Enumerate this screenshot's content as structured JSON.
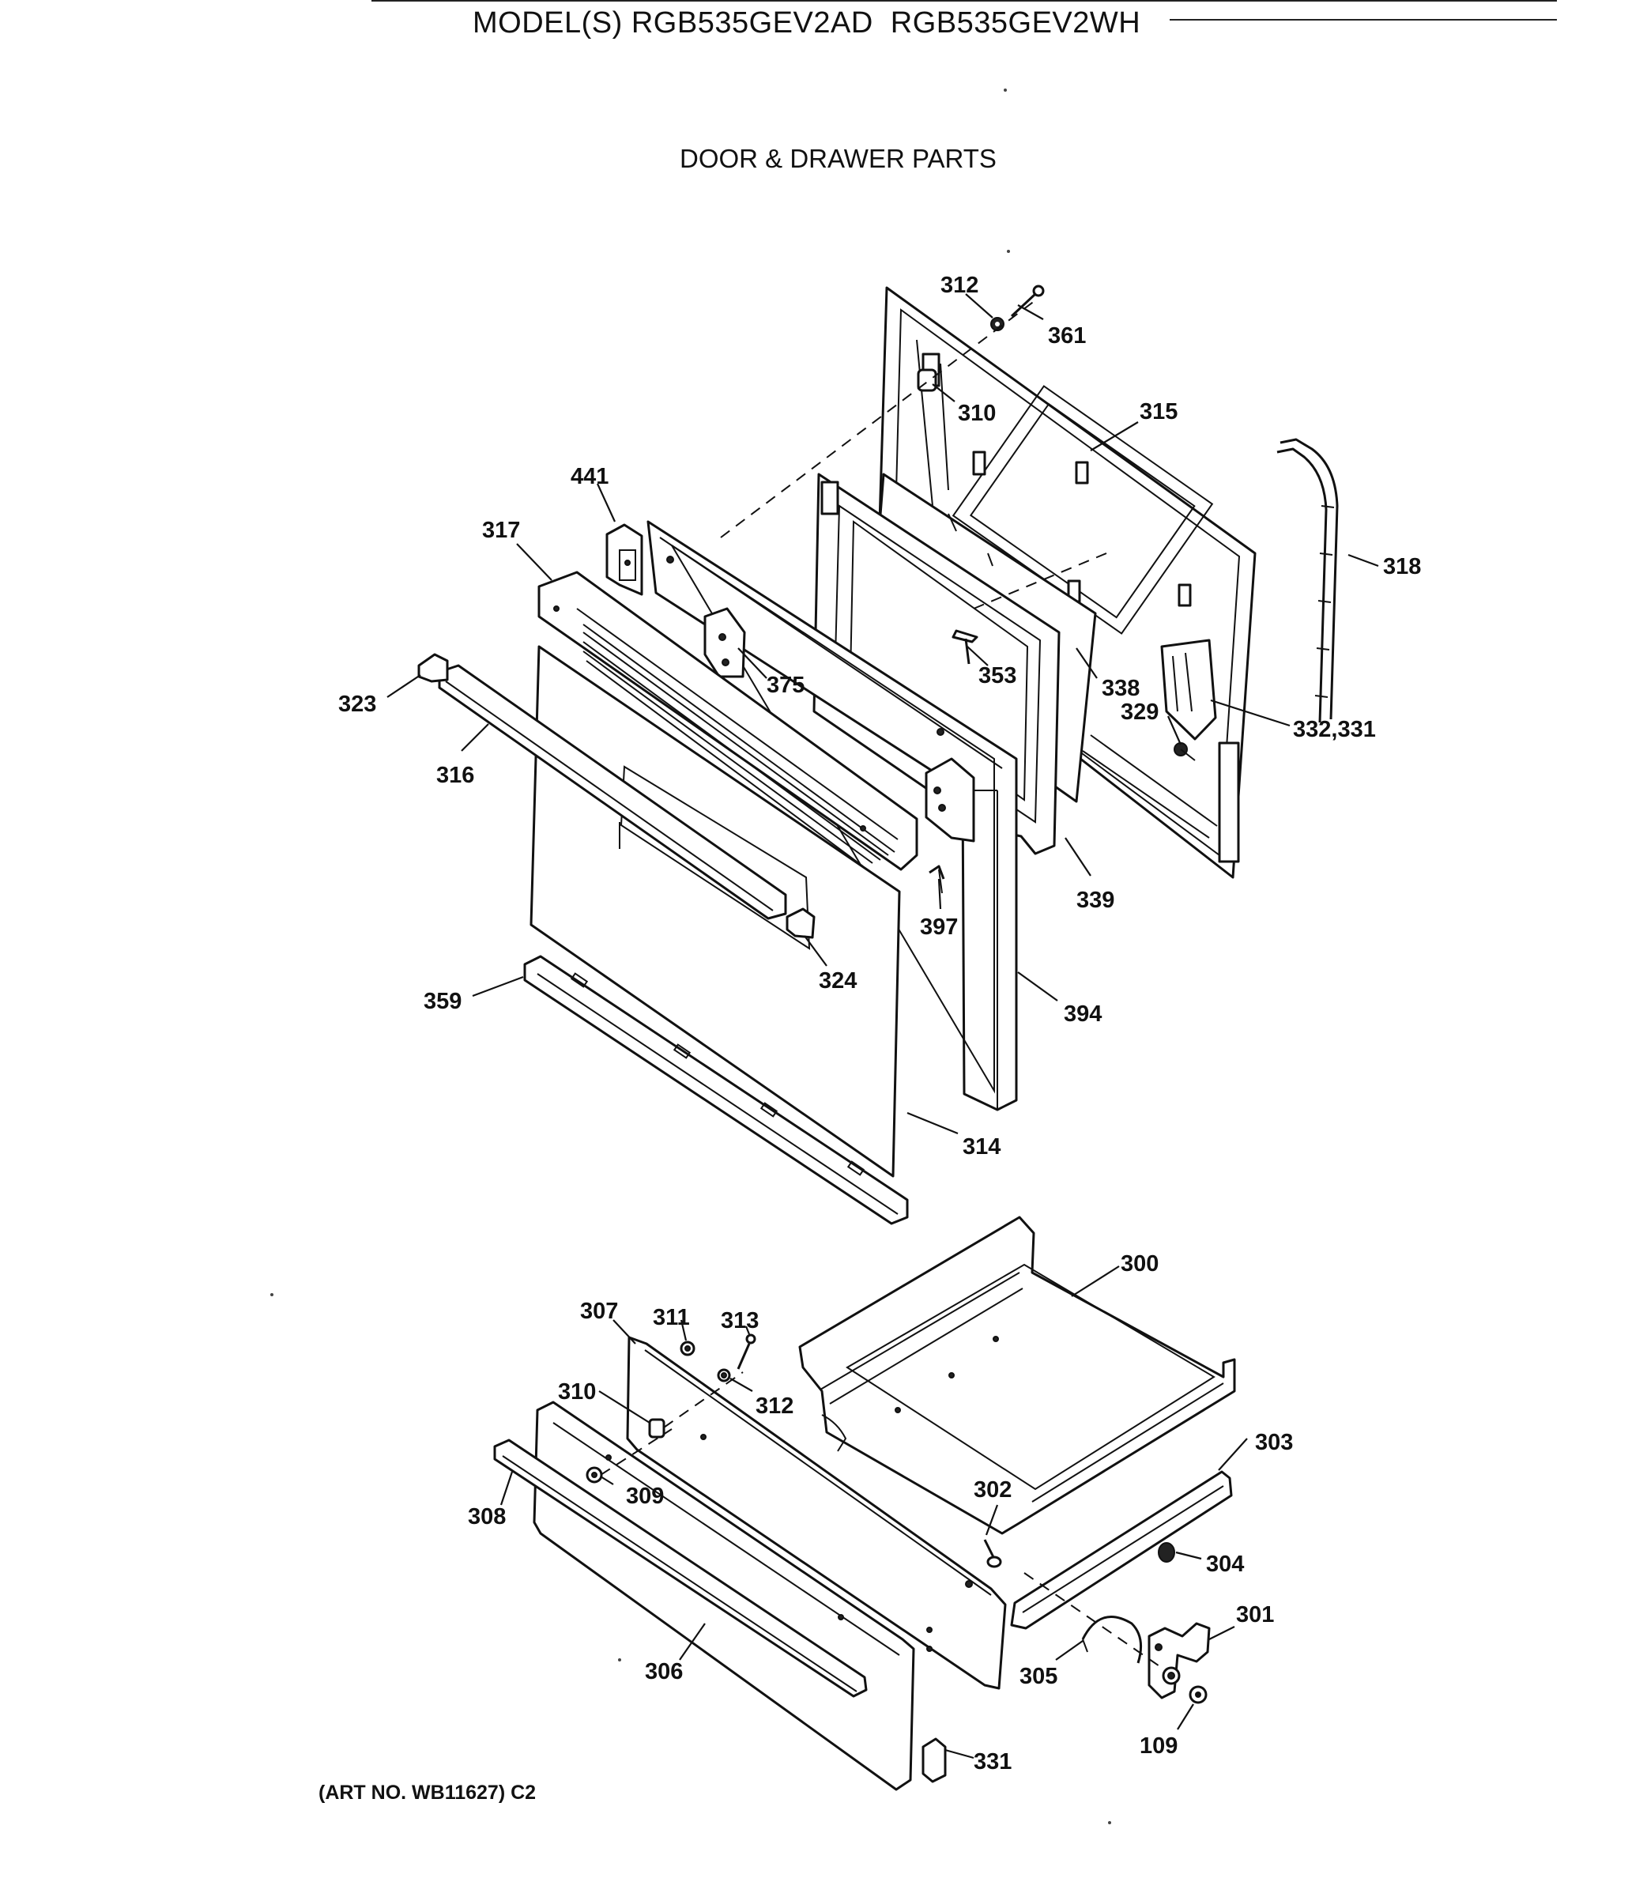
{
  "header": {
    "model_label": "MODEL(S) RGB535GEV2AD",
    "model_label_2": "RGB535GEV2WH",
    "section_title": "DOOR & DRAWER PARTS"
  },
  "footer": {
    "art_no": "(ART NO. WB11627) C2"
  },
  "callouts": {
    "c312_top": "312",
    "c361": "361",
    "c310_top": "310",
    "c315": "315",
    "c318": "318",
    "c441": "441",
    "c317": "317",
    "c375": "375",
    "c353": "353",
    "c338": "338",
    "c329": "329",
    "c332_331": "332,331",
    "c323": "323",
    "c316": "316",
    "c397": "397",
    "c339": "339",
    "c324": "324",
    "c359": "359",
    "c394": "394",
    "c314": "314",
    "c300": "300",
    "c307": "307",
    "c311": "311",
    "c313": "313",
    "c310_bottom": "310",
    "c312_bottom": "312",
    "c303": "303",
    "c309": "309",
    "c302": "302",
    "c308": "308",
    "c304": "304",
    "c301": "301",
    "c305": "305",
    "c306": "306",
    "c109": "109",
    "c331_bottom": "331"
  }
}
